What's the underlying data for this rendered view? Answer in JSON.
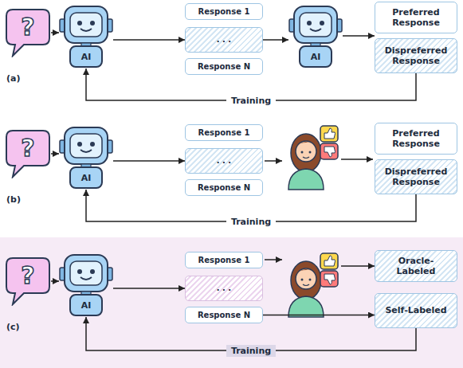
{
  "diagram": {
    "nodes": [
      {
        "text": [
          "?"
        ]
      },
      {
        "text": [
          "AI"
        ]
      },
      {
        "text": [
          "Response 1"
        ]
      },
      {
        "text": [
          ". . ."
        ]
      },
      {
        "text": [
          "Response N"
        ]
      },
      {
        "text": [
          "AI"
        ]
      },
      {
        "text": [
          "Preferred Response"
        ]
      },
      {
        "text": [
          "Dispreferred Response"
        ]
      },
      {
        "text": [
          "?"
        ]
      },
      {
        "text": [
          "AI"
        ]
      },
      {
        "text": [
          "Response 1"
        ]
      },
      {
        "text": [
          ". . ."
        ]
      },
      {
        "text": [
          "Response N"
        ]
      },
      {
        "text": [
          "Preferred Response"
        ]
      },
      {
        "text": [
          "Dispreferred Response"
        ]
      },
      {
        "text": [
          "?"
        ]
      },
      {
        "text": [
          "AI"
        ]
      },
      {
        "text": [
          "Response 1"
        ]
      },
      {
        "text": [
          ". . ."
        ]
      },
      {
        "text": [
          "Response N"
        ]
      },
      {
        "text": [
          "Oracle-Labeled"
        ]
      },
      {
        "text": [
          "Self-Labeled"
        ]
      }
    ],
    "edges": [
      {
        "from": 0,
        "to": 1,
        "arrow": "to"
      },
      {
        "from": 1,
        "to": 3,
        "arrow": "to"
      },
      {
        "from": 3,
        "to": 5,
        "arrow": "to"
      },
      {
        "from": 5,
        "to": 6,
        "arrow": "to"
      },
      {
        "from": 7,
        "to": 1,
        "label": "Training",
        "arrow": "to"
      },
      {
        "from": 8,
        "to": 9,
        "arrow": "to"
      },
      {
        "from": 9,
        "to": 11,
        "arrow": "to"
      },
      {
        "from": 14,
        "to": 9,
        "label": "Training",
        "arrow": "to"
      },
      {
        "from": 15,
        "to": 16,
        "arrow": "to"
      },
      {
        "from": 16,
        "to": 18,
        "arrow": "to"
      },
      {
        "from": 19,
        "to": 21,
        "arrow": "to"
      },
      {
        "from": 21,
        "to": 16,
        "label": "Training",
        "arrow": "to"
      }
    ],
    "labels": [
      "(a)",
      "(b)",
      "(c)"
    ]
  }
}
